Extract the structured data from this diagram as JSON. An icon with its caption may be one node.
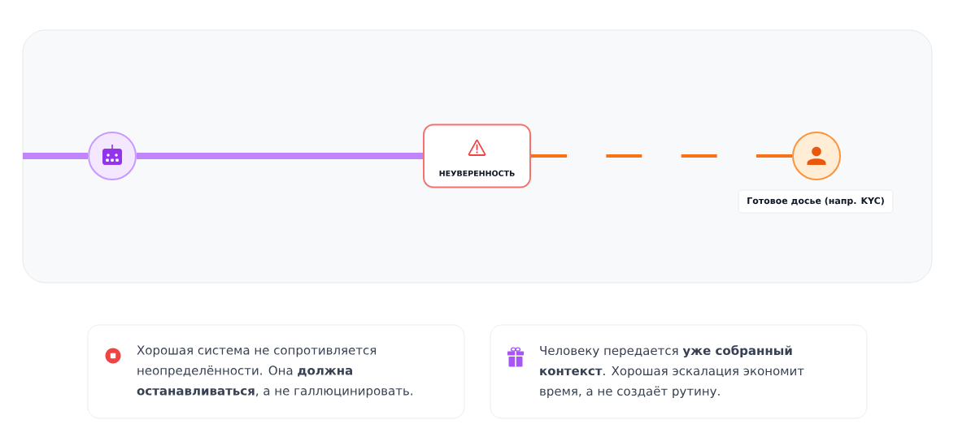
{
  "diagram": {
    "nodes": [
      {
        "text": [],
        "shape": "box"
      },
      {
        "text": [],
        "shape": "circle",
        "in": 0
      },
      {
        "text": [
          "НЕУВЕРЕННОСТЬ"
        ],
        "in": 0
      },
      {
        "text": [],
        "shape": "circle",
        "in": 0,
        "beside": [
          "Готовое досье (напр. KYC)"
        ]
      },
      {
        "text": [
          "Хорошая система не сопротивляется неопределённости. Она **должна останавливаться**, а не галлюцинировать."
        ]
      },
      {
        "text": [
          "Человеку передается **уже собранный контекст**. Хорошая эскалация экономит время, а не создаёт рутину."
        ]
      }
    ],
    "edges": [
      {
        "from": null,
        "to": 1,
        "arrow": "none"
      },
      {
        "from": 1,
        "to": 2,
        "arrow": "none"
      },
      {
        "from": 2,
        "to": 3,
        "arrow": "none",
        "style": "dashed",
        "color": "#f97316"
      }
    ]
  }
}
